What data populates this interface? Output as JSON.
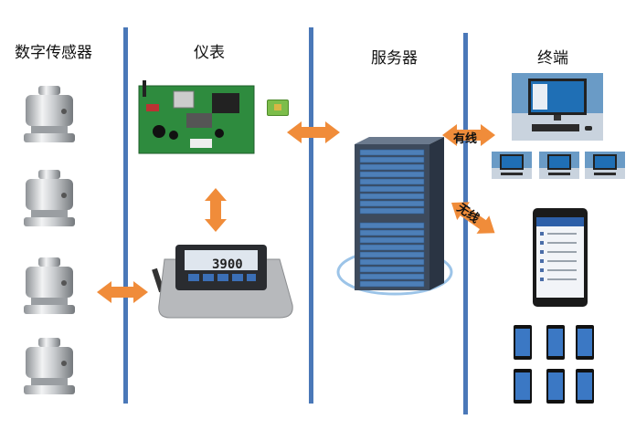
{
  "columns": {
    "sensors": "数字传感器",
    "instrument": "仪表",
    "server": "服务器",
    "terminal": "终端"
  },
  "links": {
    "wired": "有线",
    "wireless": "无线"
  },
  "devices": {
    "scale_display": "3900"
  },
  "colors": {
    "divider": "#4a78b8",
    "arrow": "#f08c3a",
    "pcb": "#2e8b3e",
    "server_blue": "#4d7fb8"
  }
}
